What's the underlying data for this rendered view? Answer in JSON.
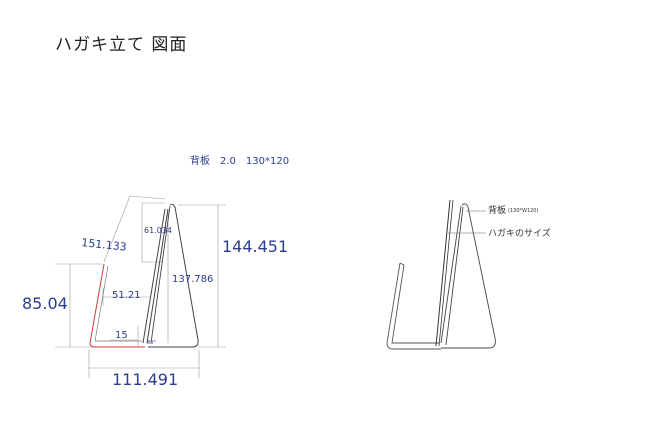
{
  "page": {
    "title": "ハガキ立て 図面"
  },
  "drawing": {
    "spec": "背板　2.0　130*120",
    "dimensions": {
      "total_height": "144.451",
      "left_height": "85.04",
      "base_width": "111.491",
      "diagonal": "151.133",
      "upper_back": "61.034",
      "inner_height": "137.786",
      "mid_width": "51.21",
      "lip": "15",
      "angle": "80°"
    },
    "labels": {
      "back_panel": "背板",
      "back_panel_size": "(130*W120)",
      "postcard_size": "ハガキのサイズ"
    },
    "colors": {
      "dimension": "#2a3d8f",
      "highlight": "#d23a3a",
      "line": "#444444"
    }
  }
}
